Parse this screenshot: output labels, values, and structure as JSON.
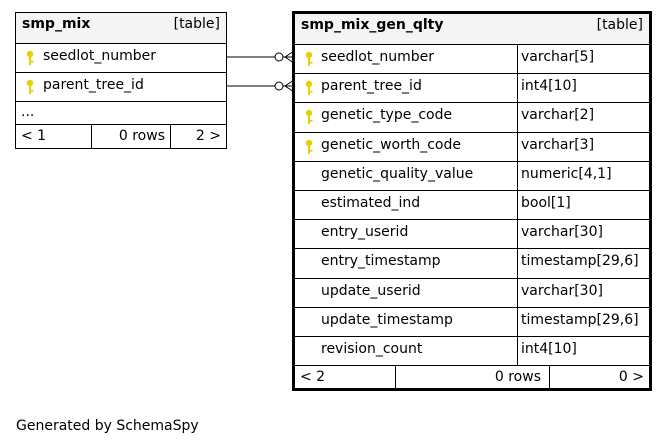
{
  "tables": {
    "smp_mix": {
      "name": "smp_mix",
      "kind": "[table]",
      "columns": [
        {
          "name": "seedlot_number",
          "key": true
        },
        {
          "name": "parent_tree_id",
          "key": true
        }
      ],
      "ellipsis": "...",
      "footer": {
        "left": "< 1",
        "middle": "0 rows",
        "right": "2 >"
      }
    },
    "smp_mix_gen_qlty": {
      "name": "smp_mix_gen_qlty",
      "kind": "[table]",
      "columns": [
        {
          "name": "seedlot_number",
          "type": "varchar[5]",
          "key": true
        },
        {
          "name": "parent_tree_id",
          "type": "int4[10]",
          "key": true
        },
        {
          "name": "genetic_type_code",
          "type": "varchar[2]",
          "key": true
        },
        {
          "name": "genetic_worth_code",
          "type": "varchar[3]",
          "key": true
        },
        {
          "name": "genetic_quality_value",
          "type": "numeric[4,1]",
          "key": false
        },
        {
          "name": "estimated_ind",
          "type": "bool[1]",
          "key": false
        },
        {
          "name": "entry_userid",
          "type": "varchar[30]",
          "key": false
        },
        {
          "name": "entry_timestamp",
          "type": "timestamp[29,6]",
          "key": false
        },
        {
          "name": "update_userid",
          "type": "varchar[30]",
          "key": false
        },
        {
          "name": "update_timestamp",
          "type": "timestamp[29,6]",
          "key": false
        },
        {
          "name": "revision_count",
          "type": "int4[10]",
          "key": false
        }
      ],
      "footer": {
        "left": "< 2",
        "middle": "0 rows",
        "right": "0 >"
      }
    }
  },
  "relationships": [
    {
      "from": "smp_mix.seedlot_number",
      "to": "smp_mix_gen_qlty.seedlot_number"
    },
    {
      "from": "smp_mix.parent_tree_id",
      "to": "smp_mix_gen_qlty.parent_tree_id"
    }
  ],
  "colors": {
    "key_icon": "#e6d200",
    "header_bg": "#f4f4f4",
    "line": "#000000"
  },
  "icons": {
    "key": "key-icon"
  },
  "generated_by": "Generated by SchemaSpy"
}
